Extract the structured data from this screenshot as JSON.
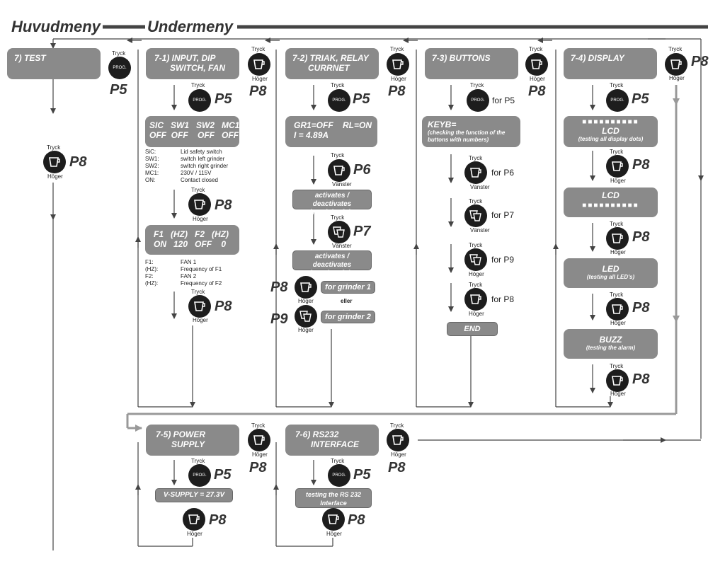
{
  "headers": {
    "main_menu": "Huvudmeny",
    "sub_menu": "Undermeny"
  },
  "words": {
    "press": "Tryck",
    "right": "Höger",
    "left": "Vänster",
    "prog": "PROG."
  },
  "keys": {
    "p5": "P5",
    "p6": "P6",
    "p7": "P7",
    "p8": "P8",
    "p9": "P9",
    "for_p5": "for P5",
    "for_p6": "for P6",
    "for_p7": "for P7",
    "for_p8": "for P8",
    "for_p9": "for P9"
  },
  "test": {
    "title": "7) TEST"
  },
  "m1": {
    "title1": "7-1) INPUT, DIP",
    "title2": "SWITCH, FAN",
    "status_head": "SIC   SW1   SW2   MC1",
    "status_vals": "OFF  OFF    OFF   OFF",
    "legend1": [
      [
        "SiC:",
        "Lid safety switch"
      ],
      [
        "SW1:",
        "switch left grinder"
      ],
      [
        "SW2:",
        "switch right grinder"
      ],
      [
        "MC1:",
        "230V / 115V"
      ],
      [
        "ON:",
        "Contact closed"
      ]
    ],
    "fan_head": "F1   (HZ)   F2   (HZ)",
    "fan_vals": "ON   120   OFF    0",
    "legend2": [
      [
        "F1:",
        "FAN 1"
      ],
      [
        "(HZ):",
        "Frequency of F1"
      ],
      [
        "F2:",
        "FAN 2"
      ],
      [
        "(HZ):",
        "Frequency of F2"
      ]
    ]
  },
  "m2": {
    "title1": "7-2) TRIAK, RELAY",
    "title2": "CURRNET",
    "status1": "GR1=OFF    RL=ON",
    "status2": "I = 4.89A",
    "triak1": "activates / deactivates",
    "triak2": "the triak of the grinder",
    "relay1": "activates / deactivates",
    "relay2": "the relayof the grinder",
    "g1": "for grinder 1",
    "or": "eller",
    "g2": "for grinder 2"
  },
  "m3": {
    "title": "7-3) BUTTONS",
    "keyb": "KEYB=",
    "keyb_sub1": "(checking the function of the",
    "keyb_sub2": "buttons with numbers)",
    "end": "END"
  },
  "m4": {
    "title": "7-4) DISPLAY",
    "lcd": "LCD",
    "lcd_sub": "(testing all display dots)",
    "led": "LED",
    "led_sub": "(testing all LED's)",
    "buzz": "BUZZ",
    "buzz_sub": "(testing the alarm)"
  },
  "m5": {
    "title1": "7-5) POWER",
    "title2": "SUPPLY",
    "vsupply": "V-SUPPLY = 27.3V"
  },
  "m6": {
    "title1": "7-6) RS232",
    "title2": "INTERFACE",
    "rs1": "testing the RS 232",
    "rs2": "Interface"
  }
}
